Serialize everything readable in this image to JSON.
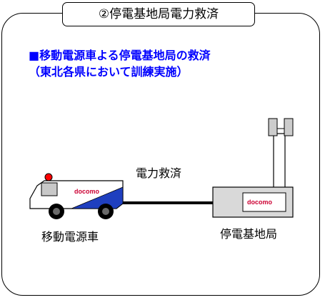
{
  "title": "②停電基地局電力救済",
  "headline": {
    "line1": "■移動電源車よる停電基地局の救済",
    "line2": "（東北各県において訓練実施）"
  },
  "diagram": {
    "supply_label": "電力救済",
    "truck_label": "移動電源車",
    "station_label": "停電基地局",
    "truck_logo": "docomo",
    "station_logo": "docomo"
  },
  "colors": {
    "headline": "#0000ff",
    "truck_stripe": "#1f3fbf",
    "beacon": "#ff0000",
    "logo": "#cc0033"
  }
}
